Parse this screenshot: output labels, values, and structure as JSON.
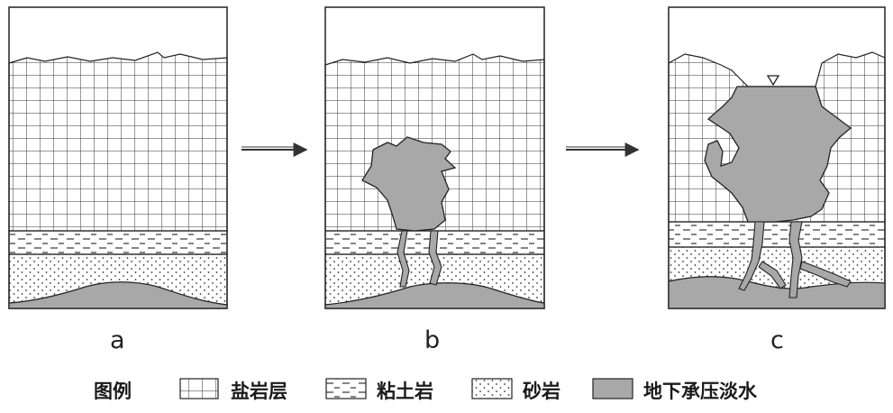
{
  "panels": [
    {
      "label": "a"
    },
    {
      "label": "b"
    },
    {
      "label": "c"
    }
  ],
  "legend": {
    "title": "图例",
    "items": [
      {
        "label": "盐岩层",
        "pattern": "grid"
      },
      {
        "label": "粘土岩",
        "pattern": "dashes"
      },
      {
        "label": "砂岩",
        "pattern": "dots"
      },
      {
        "label": "地下承压淡水",
        "pattern": "solid"
      }
    ]
  },
  "colors": {
    "water": "#a8a8a8",
    "line": "#222222",
    "background": "#ffffff"
  }
}
